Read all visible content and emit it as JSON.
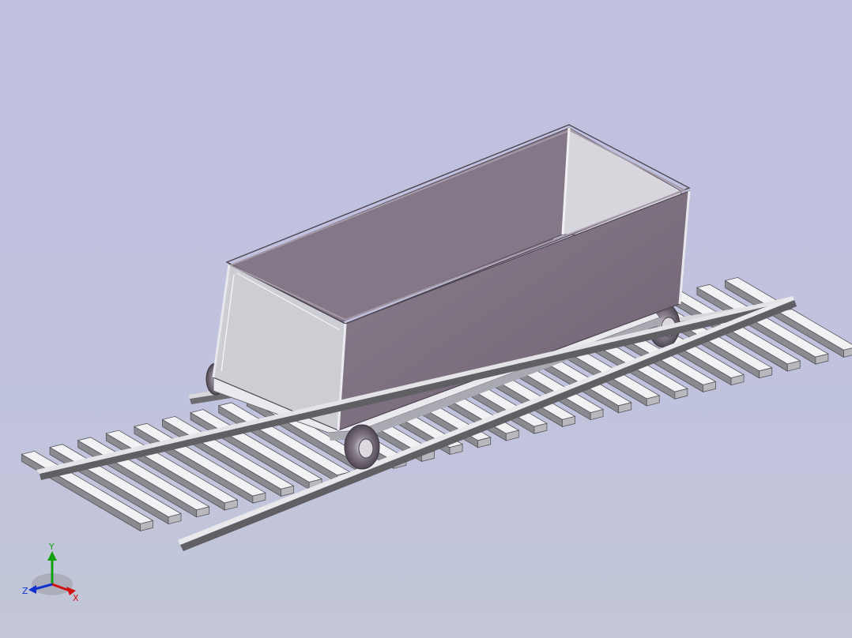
{
  "app": {
    "window_title": ""
  },
  "viewport": {
    "background_top": "#bfc0e0",
    "background_bottom": "#c3c7d8",
    "model": {
      "parts": [
        "mine-cart-body",
        "wheel-front-left",
        "wheel-front-right",
        "wheel-rear-left",
        "wheel-rear-right",
        "rail-front",
        "rail-back",
        "sleepers"
      ],
      "colors": {
        "cart_outer": "#7b6f7e",
        "cart_inner_end": "#cfcfd6",
        "cart_rim": "#9c90a0",
        "rail": "#8c8c90",
        "sleeper_top": "#f2f2f4",
        "sleeper_side": "#8a8a90",
        "wheel": "#6f6470"
      },
      "sleeper_count": 26
    }
  },
  "triad": {
    "labels": {
      "x": "X",
      "y": "Y",
      "z": "Z"
    },
    "colors": {
      "x": "#d01010",
      "y": "#10a010",
      "z": "#1030d0"
    }
  }
}
